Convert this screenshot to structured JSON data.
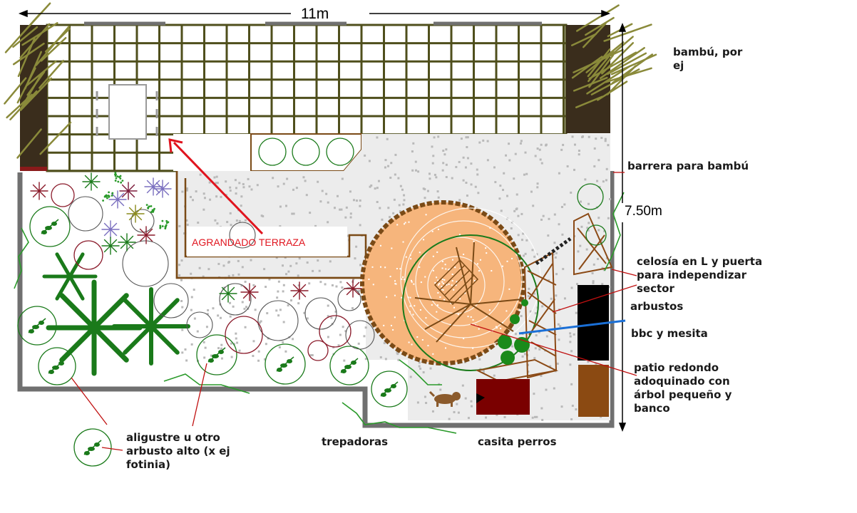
{
  "dimensions": {
    "width_label": "11m",
    "height_label": "7.50m"
  },
  "labels": {
    "bamboo": "bambú, por ej",
    "barrier": "barrera para bambú",
    "lattice": "celosía en L y puerta para independizar sector",
    "shrubs": "arbustos",
    "bbq": "bbc y mesita",
    "round_patio": "patio redondo adoquinado con árbol pequeño y banco",
    "privet": "aligustre u otro arbusto alto (x ej fotinia)",
    "climbers": "trepadoras",
    "dog_house": "casita perros",
    "terrace": "AGRANDADO TERRAZA"
  },
  "colors": {
    "deck_line": "#4f4f1c",
    "wall_gray": "#707070",
    "brown_border": "#7a4a16",
    "patio_fill": "#f6b57c",
    "bamboo": "#8a8a3a",
    "shrub_green": "#1a7a1a",
    "red_arrow": "#e0141e",
    "blue_line": "#1a6fd6"
  }
}
